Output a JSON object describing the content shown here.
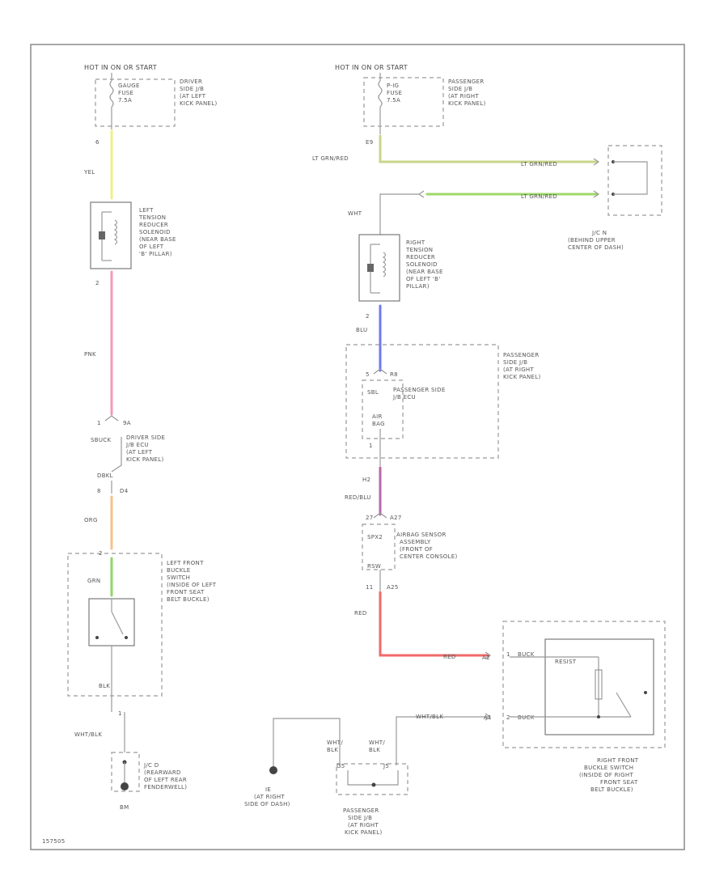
{
  "colors": {
    "yel": "#eef08a",
    "pnk": "#f29ab8",
    "org": "#f6c08a",
    "grn": "#8fd66a",
    "blu": "#6f78ee",
    "redblu": "#b86aa8",
    "red": "#f06a6a",
    "ltgrnred": "#c8d68a",
    "ltgrnred2": "#9ed86a"
  },
  "labels": {
    "hot_left": "HOT IN ON OR START",
    "gauge_fuse": [
      "GAUGE",
      "FUSE",
      "7.5A"
    ],
    "driver_jb": [
      "DRIVER",
      "SIDE J/B",
      "(AT LEFT",
      "KICK PANEL)"
    ],
    "pin_6": "6",
    "yel": "YEL",
    "left_reducer": [
      "LEFT",
      "TENSION",
      "REDUCER",
      "SOLENOID",
      "(NEAR BASE",
      "OF LEFT",
      "'B' PILLAR)"
    ],
    "pin_2_left": "2",
    "pnk": "PNK",
    "pin_1_left": "1",
    "pin_9a": "9A",
    "sbuck": "SBUCK",
    "driver_ecu": [
      "DRIVER SIDE",
      "J/B ECU",
      "(AT LEFT",
      "KICK PANEL)"
    ],
    "dbkl": "DBKL",
    "pin_8": "8",
    "pin_d4": "D4",
    "org": "ORG",
    "grn": "GRN",
    "pin_2_buckle": "2",
    "left_buckle": [
      "LEFT FRONT",
      "BUCKLE",
      "SWITCH",
      "(INSIDE OF LEFT",
      "FRONT SEAT",
      "BELT BUCKLE)"
    ],
    "blk_left": "BLK",
    "pin_1_buckle": "1",
    "whtblk_left": "WHT/BLK",
    "jc_d": [
      "J/C D",
      "(REARWARD",
      "OF LEFT REAR",
      "FENDERWELL)"
    ],
    "bm": "BM",
    "hot_right": "HOT IN ON OR START",
    "p_ig_fuse": [
      "P-IG",
      "FUSE",
      "7.5A"
    ],
    "passenger_jb": [
      "PASSENGER",
      "SIDE J/B",
      "(AT RIGHT",
      "KICK PANEL)"
    ],
    "pin_e9": "E9",
    "ltgrnred_left": "LT GRN/RED",
    "ltgrnred_top": "LT GRN/RED",
    "ltgrnred_bottom": "LT GRN/RED",
    "jc_n": [
      "J/C N",
      "(BEHIND UPPER",
      "CENTER OF DASH)"
    ],
    "wht": "WHT",
    "right_reducer": [
      "RIGHT",
      "TENSION",
      "REDUCER",
      "SOLENOID",
      "(NEAR BASE",
      "OF LEFT 'B'",
      "PILLAR)"
    ],
    "pin_2_right": "2",
    "blu": "BLU",
    "pin_5_right": "5",
    "pin_r8": "R8",
    "passenger_jb2": [
      "PASSENGER",
      "SIDE J/B",
      "(AT RIGHT",
      "KICK PANEL)"
    ],
    "sbl": "SBL",
    "passenger_ecu": [
      "PASSENGER SIDE",
      "J/B ECU"
    ],
    "air_bag": [
      "AIR",
      "BAG"
    ],
    "pin_1_ecu": "1",
    "pin_h2": "H2",
    "redblu": "RED/BLU",
    "pin_a27": "A27",
    "pin_27": "27",
    "spx2": "SPX2",
    "airbag_sensor": [
      "AIRBAG SENSOR",
      "ASSEMBLY",
      "(FRONT OF",
      "CENTER CONSOLE)"
    ],
    "rsw": "RSW",
    "pin_11": "11",
    "pin_a25": "A25",
    "red_v": "RED",
    "red_h": "RED",
    "pin_a2": "A2",
    "pin_1_rb": "1",
    "pin_a1": "A1",
    "pin_2_rb": "2",
    "buck_top": "BUCK",
    "buck_bot": "BUCK",
    "resistor": "RESIST",
    "whtblk_right": "WHT/BLK",
    "right_buckle": [
      "RIGHT FRONT",
      "BUCKLE SWITCH",
      "(INSIDE OF RIGHT",
      "FRONT SEAT",
      "BELT BUCKLE)"
    ],
    "wht_blk_a": [
      "WHT/",
      "BLK"
    ],
    "wht_blk_b": [
      "WHT/",
      "BLK"
    ],
    "pin_g5": "G5",
    "pin_j5": "J5",
    "ground_ie": [
      "IE",
      "(AT RIGHT",
      "SIDE OF DASH)"
    ],
    "passenger_jb3": [
      "PASSENGER",
      "SIDE J/B",
      "(AT RIGHT",
      "KICK PANEL)"
    ],
    "fig_id": "157505"
  }
}
